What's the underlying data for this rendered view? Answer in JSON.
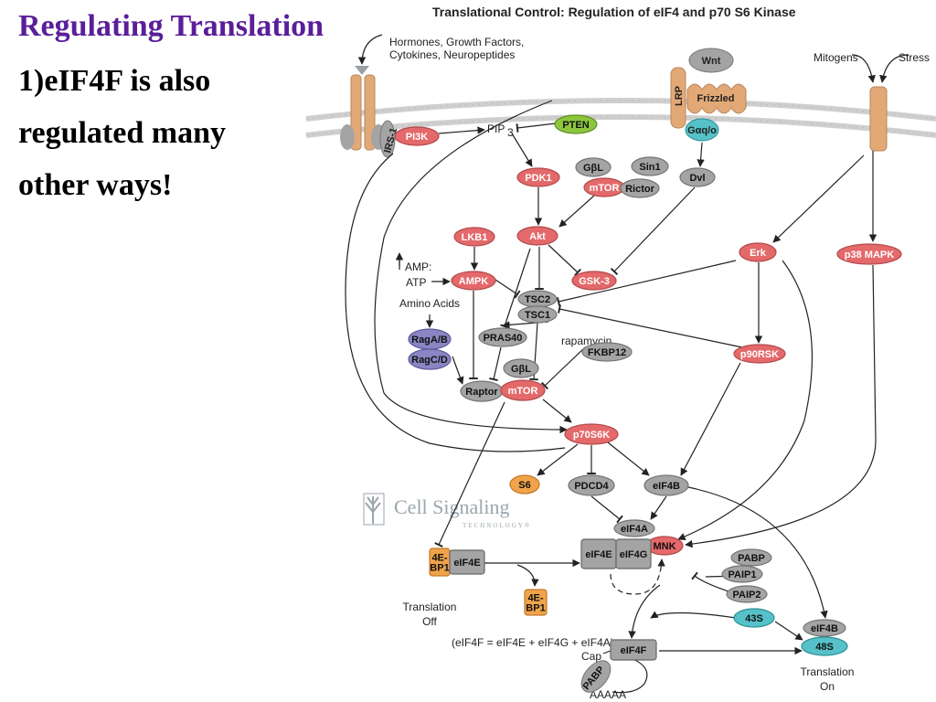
{
  "slide": {
    "title": "Regulating Translation",
    "lines": [
      "1)eIF4F is also",
      "regulated many",
      "other ways!"
    ]
  },
  "figure": {
    "title": "Translational Control: Regulation of eIF4 and p70 S6 Kinase",
    "labels": {
      "hormones1": "Hormones, Growth Factors,",
      "hormones2": "Cytokines, Neuropeptides",
      "mitogens": "Mitogens",
      "stress": "Stress",
      "pip": "PIP",
      "pip_sub": "3",
      "amp": "AMP:",
      "atp": "ATP",
      "amino": "Amino Acids",
      "rapamycin": "rapamycin",
      "trans_off1": "Translation",
      "trans_off2": "Off",
      "trans_on1": "Translation",
      "trans_on2": "On",
      "formula": "(eIF4F = eIF4E + eIF4G + eIF4A)",
      "cap": "Cap",
      "polya": "AAAAA",
      "wm_name": "Cell Signaling",
      "wm_sub": "TECHNOLOGY®"
    },
    "nodes": {
      "pi3k": "PI3K",
      "pten": "PTEN",
      "pdk1": "PDK1",
      "gbl1": "GβL",
      "sin1": "Sin1",
      "mtor1": "mTOR",
      "rictor": "Rictor",
      "wnt": "Wnt",
      "lrp": "LRP",
      "frizzled": "Frizzled",
      "gaqo": "Gαq/o",
      "dvl": "Dvl",
      "lkb1": "LKB1",
      "akt": "Akt",
      "ampk": "AMPK",
      "gsk3": "GSK-3",
      "erk": "Erk",
      "p38": "p38 MAPK",
      "tsc2": "TSC2",
      "tsc1": "TSC1",
      "raga": "RagA/B",
      "ragc": "RagC/D",
      "pras40": "PRAS40",
      "fkbp12": "FKBP12",
      "p90rsk": "p90RSK",
      "gbl2": "GβL",
      "raptor": "Raptor",
      "mtor2": "mTOR",
      "p70s6k": "p70S6K",
      "s6": "S6",
      "pdcd4": "PDCD4",
      "eif4b1": "eIF4B",
      "eif4a": "eIF4A",
      "eif4e": "eIF4E",
      "eif4g": "eIF4G",
      "mnk": "MNK",
      "bp1a": "4E-\nBP1",
      "eif4e2": "eIF4E",
      "bp1b": "4E-\nBP1",
      "pabp": "PABP",
      "paip1": "PAIP1",
      "paip2": "PAIP2",
      "s43": "43S",
      "eif4b2": "eIF4B",
      "s48": "48S",
      "eif4f": "eIF4F",
      "pabp2": "PABP",
      "irs1": "IRS-1"
    },
    "colors": {
      "red": "#e4696b",
      "gray": "#a4a4a4",
      "green": "#8cc63f",
      "purple": "#8a86c4",
      "teal": "#56c1c8",
      "orange": "#f0a34a",
      "tan": "#e2a977",
      "membrane": "#cccccc",
      "title_purple": "#5a1e9a"
    }
  }
}
